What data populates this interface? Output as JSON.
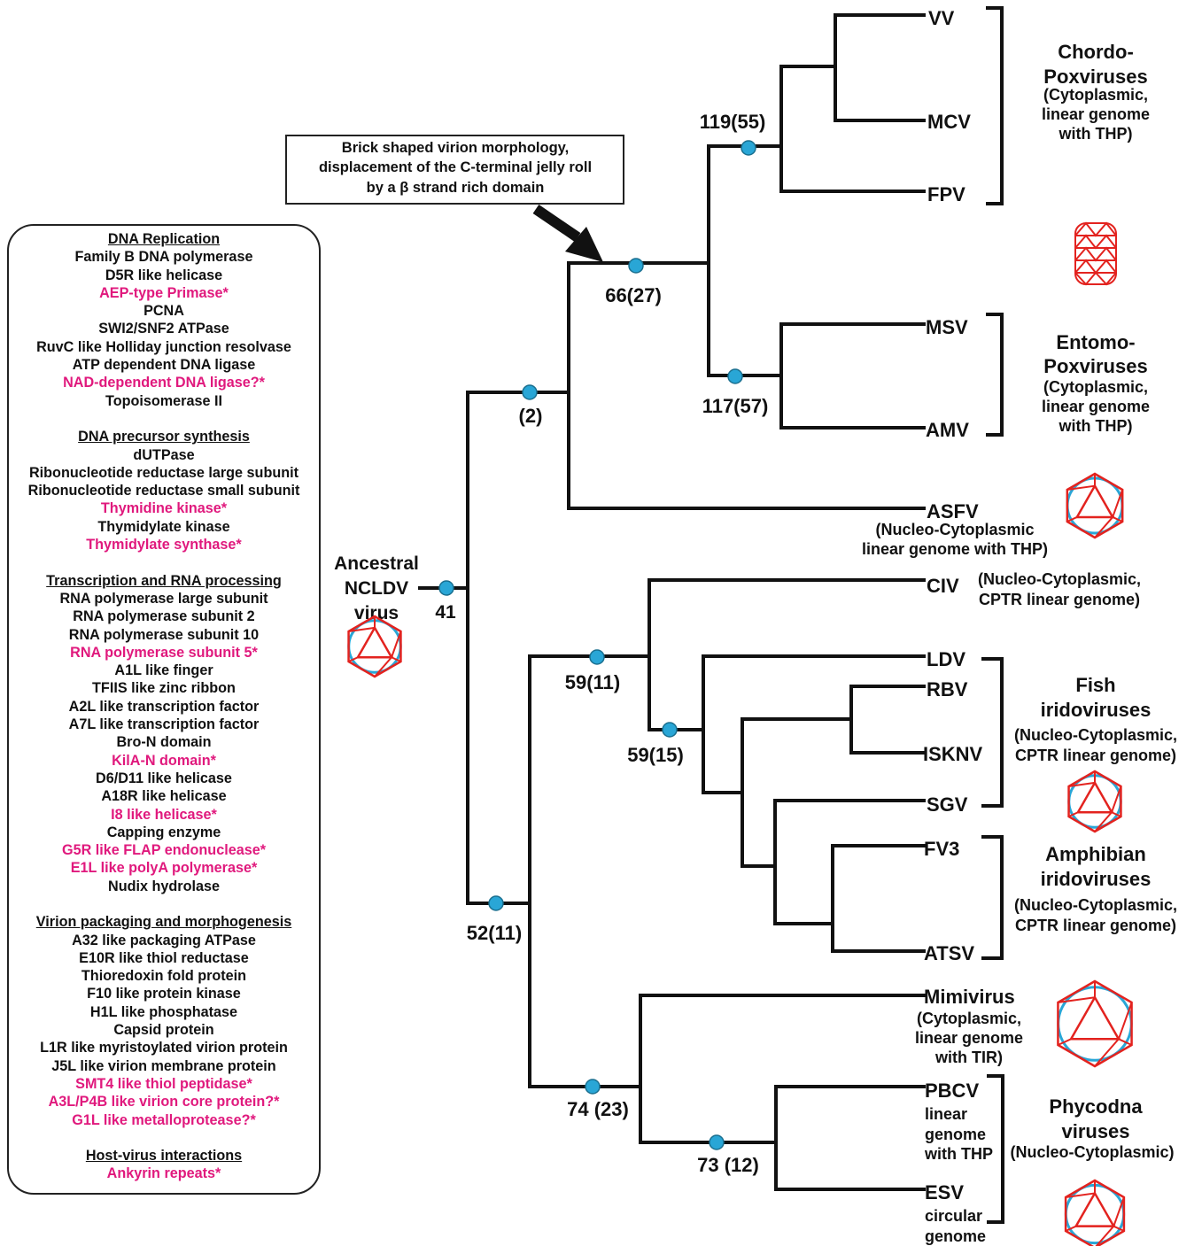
{
  "gene_panel": {
    "sections": [
      {
        "heading": "DNA Replication",
        "items": [
          {
            "text": "Family B DNA polymerase",
            "highlight": false
          },
          {
            "text": "D5R like helicase",
            "highlight": false
          },
          {
            "text": "AEP-type Primase*",
            "highlight": true
          },
          {
            "text": "PCNA",
            "highlight": false
          },
          {
            "text": "SWI2/SNF2 ATPase",
            "highlight": false
          },
          {
            "text": "RuvC like Holliday junction resolvase",
            "highlight": false
          },
          {
            "text": "ATP dependent DNA ligase",
            "highlight": false
          },
          {
            "text": "NAD-dependent DNA ligase?*",
            "highlight": true
          },
          {
            "text": "Topoisomerase II",
            "highlight": false
          }
        ]
      },
      {
        "heading": "DNA precursor synthesis",
        "items": [
          {
            "text": "dUTPase",
            "highlight": false
          },
          {
            "text": "Ribonucleotide reductase large subunit",
            "highlight": false
          },
          {
            "text": "Ribonucleotide reductase small  subunit",
            "highlight": false
          },
          {
            "text": "Thymidine kinase*",
            "highlight": true
          },
          {
            "text": "Thymidylate kinase",
            "highlight": false
          },
          {
            "text": "Thymidylate synthase*",
            "highlight": true
          }
        ]
      },
      {
        "heading": "Transcription and RNA processing",
        "items": [
          {
            "text": "RNA polymerase large subunit",
            "highlight": false
          },
          {
            "text": "RNA polymerase subunit 2",
            "highlight": false
          },
          {
            "text": "RNA polymerase subunit 10",
            "highlight": false
          },
          {
            "text": "RNA polymerase subunit 5*",
            "highlight": true
          },
          {
            "text": "A1L like finger",
            "highlight": false
          },
          {
            "text": "TFIIS like zinc ribbon",
            "highlight": false
          },
          {
            "text": "A2L like transcription factor",
            "highlight": false
          },
          {
            "text": "A7L like transcription factor",
            "highlight": false
          },
          {
            "text": "Bro-N domain",
            "highlight": false
          },
          {
            "text": "KilA-N domain*",
            "highlight": true
          },
          {
            "text": "D6/D11 like helicase",
            "highlight": false
          },
          {
            "text": "A18R like helicase",
            "highlight": false
          },
          {
            "text": "I8 like helicase*",
            "highlight": true
          },
          {
            "text": "Capping enzyme",
            "highlight": false
          },
          {
            "text": "G5R like FLAP endonuclease*",
            "highlight": true
          },
          {
            "text": "E1L like polyA polymerase*",
            "highlight": true
          },
          {
            "text": "Nudix hydrolase",
            "highlight": false
          }
        ]
      },
      {
        "heading": "Virion packaging and morphogenesis",
        "items": [
          {
            "text": "A32 like packaging ATPase",
            "highlight": false
          },
          {
            "text": "E10R like thiol reductase",
            "highlight": false
          },
          {
            "text": "Thioredoxin fold protein",
            "highlight": false
          },
          {
            "text": "F10 like protein kinase",
            "highlight": false
          },
          {
            "text": "H1L like phosphatase",
            "highlight": false
          },
          {
            "text": "Capsid protein",
            "highlight": false
          },
          {
            "text": "L1R like myristoylated virion protein",
            "highlight": false
          },
          {
            "text": "J5L like virion membrane protein",
            "highlight": false
          },
          {
            "text": "SMT4 like thiol peptidase*",
            "highlight": true
          },
          {
            "text": "A3L/P4B like virion core protein?*",
            "highlight": true
          },
          {
            "text": "G1L like metalloprotease?*",
            "highlight": true
          }
        ]
      },
      {
        "heading": "Host-virus interactions",
        "items": [
          {
            "text": "Ankyrin repeats*",
            "highlight": true
          }
        ]
      }
    ]
  },
  "callout": {
    "lines": [
      "Brick shaped virion morphology,",
      "displacement of the C-terminal jelly roll",
      "by a β strand  rich domain"
    ]
  },
  "ancestor": {
    "lines": [
      "Ancestral",
      "NCLDV",
      "virus"
    ],
    "count": "41"
  },
  "nodes": {
    "n66": "66(27)",
    "n2": "(2)",
    "n119": "119(55)",
    "n117": "117(57)",
    "n52": "52(11)",
    "n59a": "59(11)",
    "n59b": "59(15)",
    "n74": "74 (23)",
    "n73": "73 (12)"
  },
  "taxa": {
    "VV": "VV",
    "MCV": "MCV",
    "FPV": "FPV",
    "MSV": "MSV",
    "AMV": "AMV",
    "ASFV": "ASFV",
    "CIV": "CIV",
    "LDV": "LDV",
    "RBV": "RBV",
    "ISKNV": "ISKNV",
    "SGV": "SGV",
    "FV3": "FV3",
    "ATSV": "ATSV",
    "Mimivirus": "Mimivirus",
    "PBCV": "PBCV",
    "ESV": "ESV"
  },
  "groups": {
    "chordo": [
      "Chordo-",
      "Poxviruses",
      "(Cytoplasmic,",
      "linear genome",
      "with THP)"
    ],
    "entomo": [
      "Entomo-",
      "Poxviruses",
      "(Cytoplasmic,",
      "linear genome",
      "with THP)"
    ],
    "asfv_note": [
      "(Nucleo-Cytoplasmic",
      "linear genome with THP)"
    ],
    "civ_note": [
      "(Nucleo-Cytoplasmic,",
      "CPTR linear genome)"
    ],
    "fish": [
      "Fish",
      "iridoviruses",
      "(Nucleo-Cytoplasmic,",
      "CPTR linear genome)"
    ],
    "amphibian": [
      "Amphibian",
      "iridoviruses",
      "(Nucleo-Cytoplasmic,",
      "CPTR linear genome)"
    ],
    "mimi_note": [
      "(Cytoplasmic,",
      "linear genome",
      "with TIR)"
    ],
    "pbcv_note": [
      "linear",
      "genome",
      "with THP"
    ],
    "esv_note": [
      "circular",
      "genome"
    ],
    "phyco": [
      "Phycodna",
      "viruses",
      "(Nucleo-Cytoplasmic)"
    ]
  },
  "colors": {
    "branch": "#111111",
    "node": "#29a6d6",
    "highlight": "#e0197d",
    "capsid_red": "#e3231f",
    "capsid_blue": "#29a6d6"
  }
}
